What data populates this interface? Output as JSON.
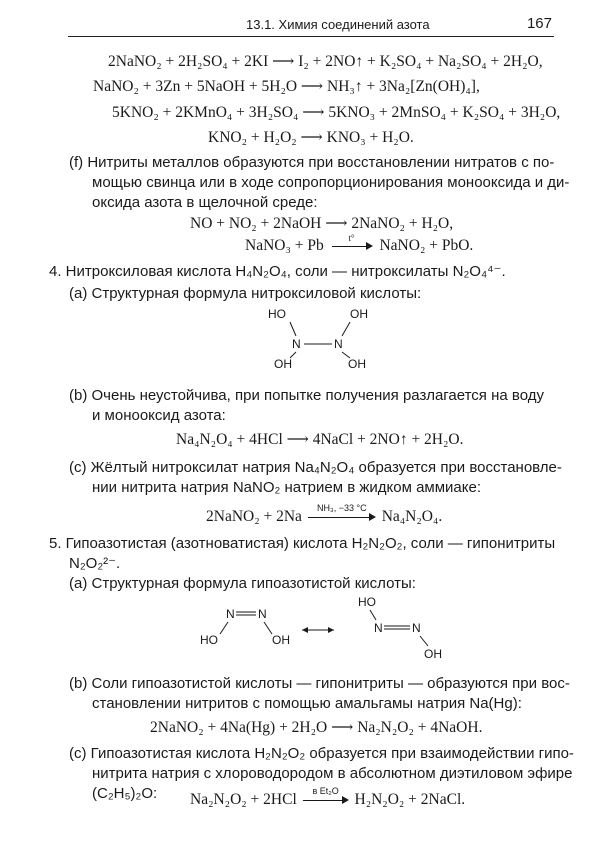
{
  "header": {
    "section_title": "13.1. Химия соединений азота",
    "page_number": "167"
  },
  "equations_top": [
    "2NaNO₂ + 2H₂SO₄ + 2KI ⟶ I₂ + 2NO↑ + K₂SO₄ + Na₂SO₄ + 2H₂O,",
    "NaNO₂ + 3Zn + 5NaOH + 5H₂O ⟶ NH₃↑ + 3Na₂[Zn(OH)₄],",
    "5KNO₂ + 2KMnO₄ + 3H₂SO₄ ⟶ 5KNO₃ + 2MnSO₄ + K₂SO₄ + 3H₂O,",
    "KNO₂ + H₂O₂ ⟶ KNO₃ + H₂O."
  ],
  "item_f": {
    "lines": [
      "(f) Нитриты металлов образуются при восстановлении нитратов с по-",
      "мощью свинца или в ходе сопропорционирования монооксида и ди-",
      "оксида азота в щелочной среде:"
    ],
    "eq1": "NO + NO₂ + 2NaOH ⟶ 2NaNO₂ + H₂O,",
    "eq2_left": "NaNO₃ + Pb",
    "eq2_cond": "t°",
    "eq2_right": "NaNO₂ + PbO."
  },
  "section4": {
    "heading": "4. Нитроксиловая кислота H₄N₂O₄, соли — нитроксилаты N₂O₄⁴⁻.",
    "a": "(a) Структурная формула нитроксиловой кислоты:",
    "structure": {
      "oh": "OH",
      "ho": "HO",
      "n": "N"
    },
    "b_lines": [
      "(b) Очень неустойчива, при попытке получения разлагается на воду",
      "и монооксид азота:"
    ],
    "b_eq": "Na₄N₂O₄ + 4HCl ⟶ 4NaCl + 2NO↑ + 2H₂O.",
    "c_lines": [
      "(c) Жёлтый нитроксилат натрия Na₄N₂O₄ образуется при восстановле-",
      "нии нитрита натрия NaNO₂ натрием в жидком аммиаке:"
    ],
    "c_eq_left": "2NaNO₂ + 2Na",
    "c_eq_cond": "NH₃, −33 °C",
    "c_eq_right": "Na₄N₂O₄."
  },
  "section5": {
    "heading_line1": "5. Гипоазотистая (азотноватистая) кислота H₂N₂O₂, соли — гипонитриты",
    "heading_line2": "N₂O₂²⁻.",
    "a": "(a) Структурная формула гипоазотистой кислоты:",
    "structure": {
      "ho": "HO",
      "oh": "OH",
      "n": "N"
    },
    "b_lines": [
      "(b) Соли гипоазотистой кислоты — гипонитриты — образуются при вос-",
      "становлении нитритов с помощью амальгамы натрия Na(Hg):"
    ],
    "b_eq": "2NaNO₂ + 4Na(Hg) + 2H₂O ⟶ Na₂N₂O₂ + 4NaOH.",
    "c_lines": [
      "(c) Гипоазотистая кислота H₂N₂O₂ образуется при взаимодействии гипо-",
      "нитрита натрия с хлороводородом в абсолютном диэтиловом эфире"
    ],
    "c_line3": "(C₂H₅)₂O:",
    "c_eq_left": "Na₂N₂O₂ + 2HCl",
    "c_eq_cond": "в Et₂O",
    "c_eq_right": "H₂N₂O₂ + 2NaCl."
  }
}
